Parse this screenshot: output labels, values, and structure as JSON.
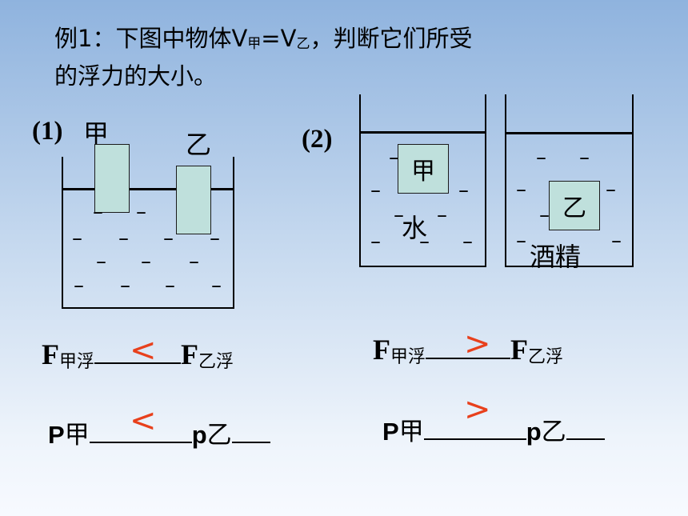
{
  "title": {
    "line1_prefix": "例1：下图中物体V",
    "sub_a": "甲",
    "mid": "=V",
    "sub_b": "乙",
    "line1_suffix": "，判断它们所受",
    "line2": "的浮力的大小。"
  },
  "part1": {
    "label": "(1)",
    "block_a_label": "甲",
    "block_b_label": "乙"
  },
  "part2": {
    "label": "(2)",
    "block_a_label": "甲",
    "block_b_label": "乙",
    "liquid_a": "水",
    "liquid_b": "酒精"
  },
  "answers": {
    "f_symbol": "F",
    "sub_a": "甲浮",
    "sub_b": "乙浮",
    "p_symbol": "P",
    "p_a": "甲",
    "p_symbol_lower": "p",
    "p_b": "乙",
    "part1_f_answer": "<",
    "part1_p_answer": "<",
    "part2_f_answer": ">",
    "part2_p_answer": ">"
  },
  "colors": {
    "answer": "#e8401c",
    "block": "#bfe0dc"
  }
}
